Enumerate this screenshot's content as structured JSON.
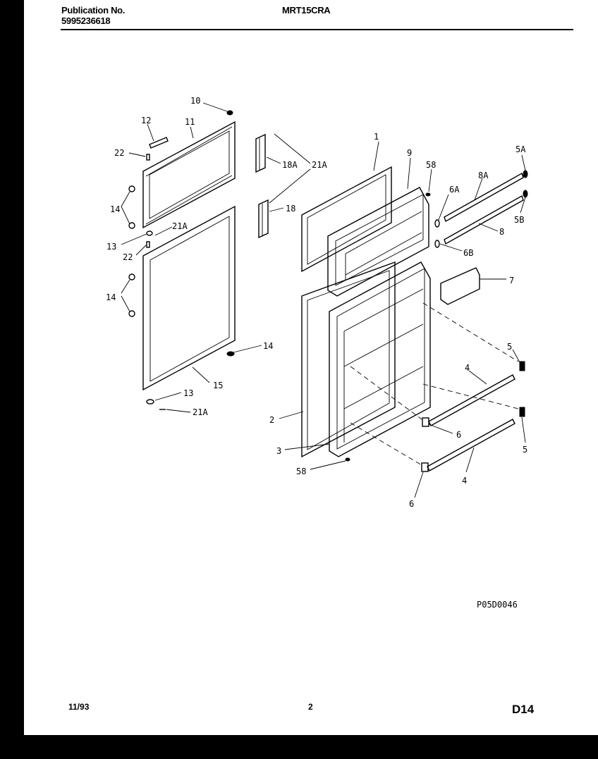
{
  "header": {
    "publication_label": "Publication No.",
    "publication_number": "5995236618",
    "model": "MRT15CRA"
  },
  "diagram": {
    "callouts": {
      "c10": "10",
      "c12": "12",
      "c11": "11",
      "c22a": "22",
      "c14a": "14",
      "c13a": "13",
      "c21a1": "21A",
      "c22b": "22",
      "c14b": "14",
      "c18a": "18A",
      "c21a2": "21A",
      "c18": "18",
      "c14c": "14",
      "c15": "15",
      "c13b": "13",
      "c21a3": "21A",
      "c1": "1",
      "c9": "9",
      "c58a": "58",
      "c5a": "5A",
      "c6a": "6A",
      "c8a": "8A",
      "c5b": "5B",
      "c8": "8",
      "c6b": "6B",
      "c7": "7",
      "c2": "2",
      "c3": "3",
      "c58b": "58",
      "c5t": "5",
      "c4t": "4",
      "c6m": "6",
      "c5b2": "5",
      "c4b": "4",
      "c6b2": "6"
    },
    "figure_code": "P05D0046"
  },
  "footer": {
    "date": "11/93",
    "page": "2",
    "code": "D14"
  }
}
